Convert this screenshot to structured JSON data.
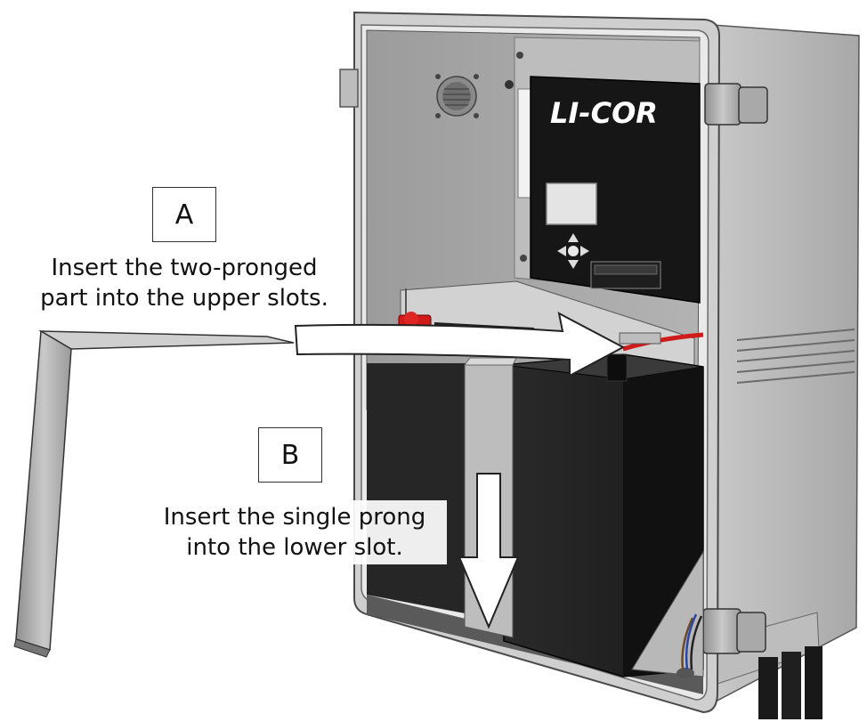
{
  "step_a": {
    "letter": "A",
    "line1": "Insert the two-pronged",
    "line2": "part into the upper slots."
  },
  "step_b": {
    "letter": "B",
    "line1": "Insert the single prong",
    "line2": "into the lower slot."
  },
  "device": {
    "brand": "LI-COR"
  },
  "colors": {
    "enclosure": "#b9b9b9",
    "panel": "#9a9a9a",
    "interior": "#222222",
    "battery_terminal": "#d11a1a",
    "arrow_fill": "#ffffff"
  }
}
